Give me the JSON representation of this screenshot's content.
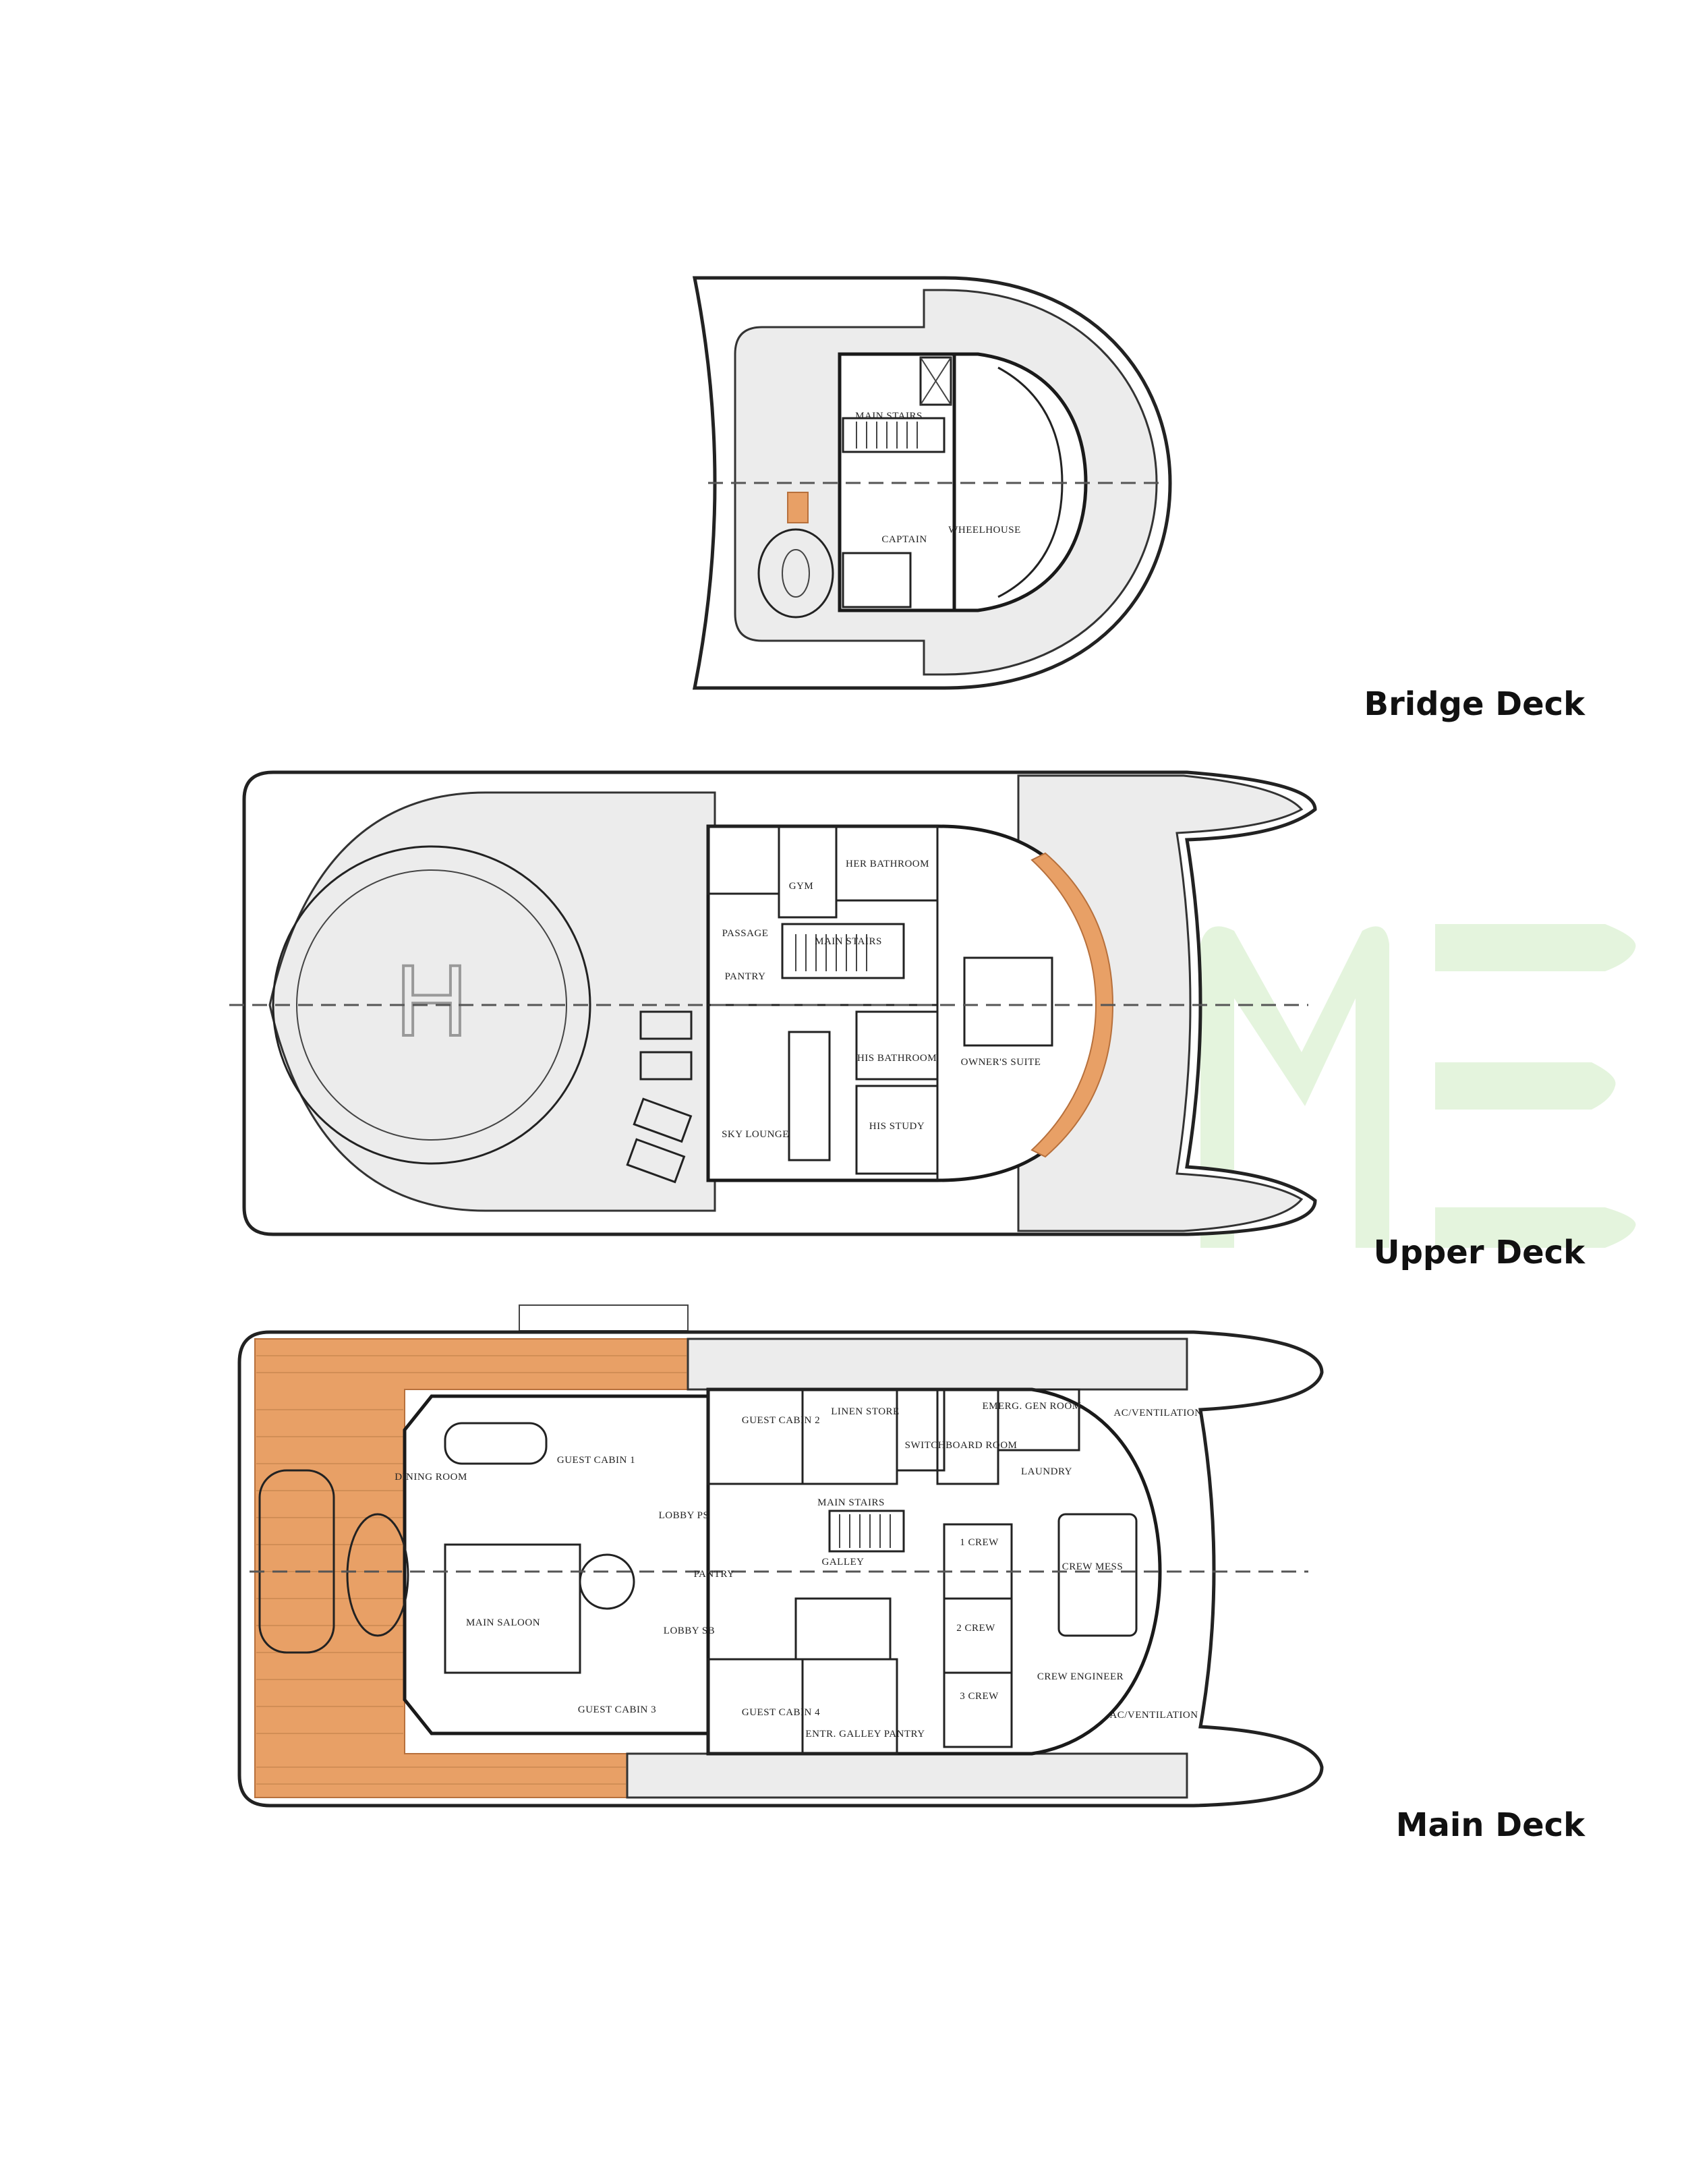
{
  "watermark": {
    "color": "#e4f4dd"
  },
  "colors": {
    "teak": "#e8a066",
    "deck_texture": "#ececec",
    "line": "#222222"
  },
  "decks": {
    "bridge": {
      "title": "Bridge Deck",
      "rooms": {
        "main_stairs": "MAIN STAIRS",
        "captain": "CAPTAIN",
        "wheelhouse": "WHEELHOUSE"
      }
    },
    "upper": {
      "title": "Upper Deck",
      "rooms": {
        "gym": "GYM",
        "her_bathroom": "HER BATHROOM",
        "passage": "PASSAGE",
        "main_stairs": "MAIN STAIRS",
        "pantry": "PANTRY",
        "his_bathroom": "HIS BATHROOM",
        "owners_suite": "OWNER'S SUITE",
        "his_study": "HIS STUDY",
        "sky_lounge": "SKY LOUNGE"
      }
    },
    "main": {
      "title": "Main Deck",
      "rooms": {
        "dining_room": "DINING ROOM",
        "main_saloon": "MAIN SALOON",
        "guest_cabin_1": "GUEST CABIN 1",
        "guest_cabin_2": "GUEST CABIN 2",
        "guest_cabin_3": "GUEST CABIN 3",
        "guest_cabin_4": "GUEST CABIN 4",
        "lobby_ps": "LOBBY PS",
        "lobby_sb": "LOBBY SB",
        "pantry": "PANTRY",
        "galley": "GALLEY",
        "main_stairs": "MAIN STAIRS",
        "linen_store": "LINEN STORE",
        "laundry": "LAUNDRY",
        "crew_mess": "CREW MESS",
        "crew_engineer": "CREW ENGINEER",
        "crew_1": "1 CREW",
        "crew_2": "2 CREW",
        "crew_3": "3 CREW",
        "ac_vent_top": "AC/VENTILATION",
        "ac_vent_bottom": "AC/VENTILATION",
        "switchboard": "SWITCHBOARD ROOM",
        "entr_galley_pantry": "ENTR. GALLEY PANTRY",
        "emerg_gen": "EMERG. GEN ROOM"
      }
    }
  }
}
